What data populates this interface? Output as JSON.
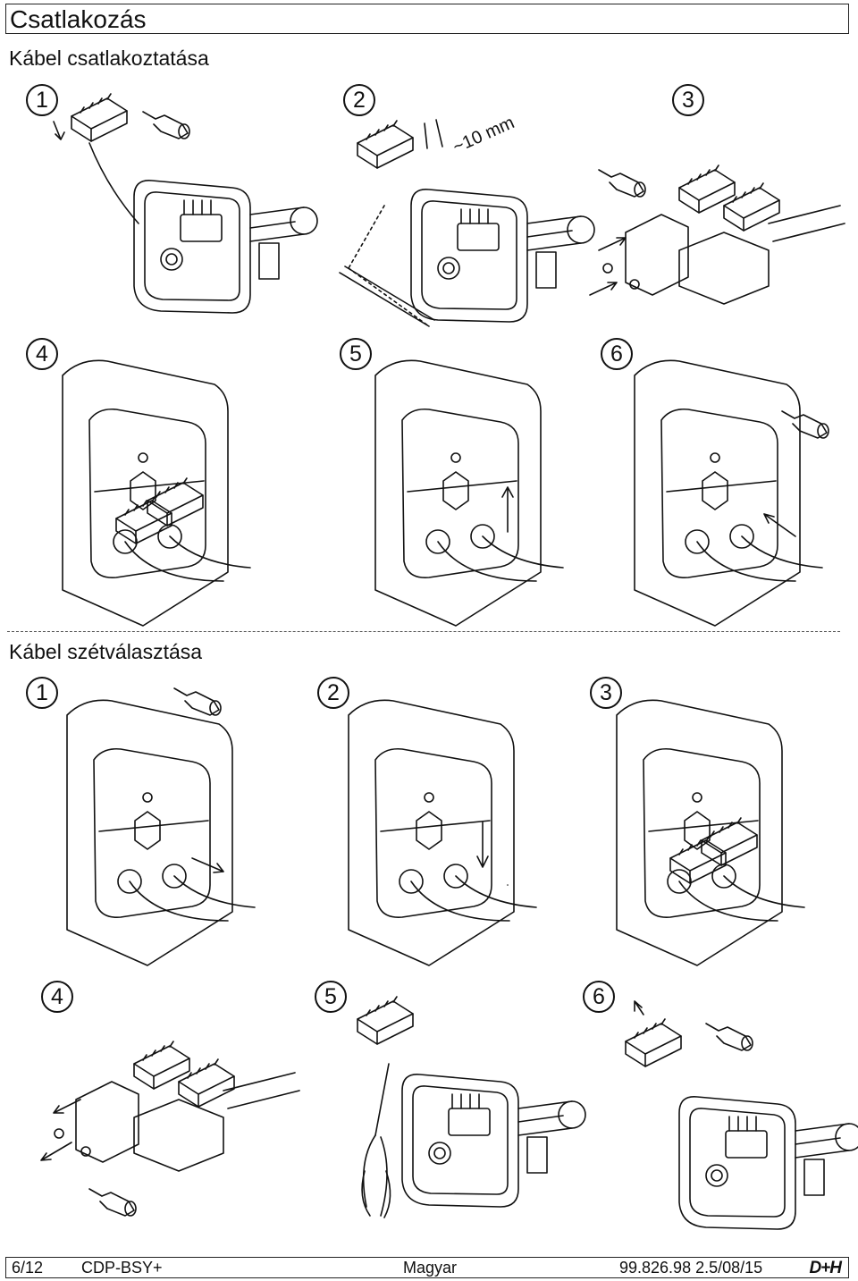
{
  "page": {
    "title": "Csatlakozás"
  },
  "section1": {
    "title": "Kábel csatlakoztatása",
    "steps": [
      "1",
      "2",
      "3",
      "4",
      "5",
      "6"
    ],
    "dimension": "~10 mm"
  },
  "section2": {
    "title": "Kábel szétválasztása",
    "steps": [
      "1",
      "2",
      "3",
      "4",
      "5",
      "6"
    ]
  },
  "footer": {
    "page": "6/12",
    "product": "CDP-BSY+",
    "language": "Magyar",
    "doc": "99.826.98 2.5/08/15",
    "logo": "D+H"
  }
}
